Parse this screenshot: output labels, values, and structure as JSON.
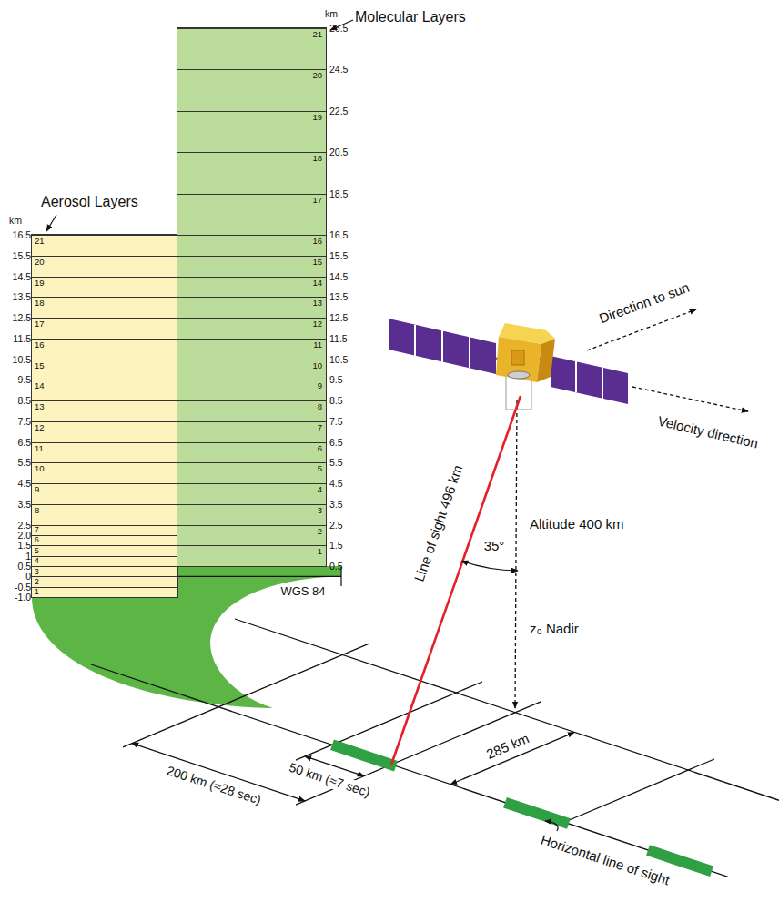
{
  "diagram": {
    "nodes": [
      {
        "text": [
          "Aerosol Layers"
        ]
      },
      {
        "text": [
          "1"
        ],
        "in": 0
      },
      {
        "text": [
          "2"
        ],
        "in": 0
      },
      {
        "text": [
          "3"
        ],
        "in": 0
      },
      {
        "text": [
          "4"
        ],
        "in": 0
      },
      {
        "text": [
          "5"
        ],
        "in": 0
      },
      {
        "text": [
          "6"
        ],
        "in": 0
      },
      {
        "text": [
          "7"
        ],
        "in": 0
      },
      {
        "text": [
          "8"
        ],
        "in": 0
      },
      {
        "text": [
          "9"
        ],
        "in": 0
      },
      {
        "text": [
          "10"
        ],
        "in": 0
      },
      {
        "text": [
          "11"
        ],
        "in": 0
      },
      {
        "text": [
          "12"
        ],
        "in": 0
      },
      {
        "text": [
          "13"
        ],
        "in": 0
      },
      {
        "text": [
          "14"
        ],
        "in": 0
      },
      {
        "text": [
          "15"
        ],
        "in": 0
      },
      {
        "text": [
          "16"
        ],
        "in": 0
      },
      {
        "text": [
          "17"
        ],
        "in": 0
      },
      {
        "text": [
          "18"
        ],
        "in": 0
      },
      {
        "text": [
          "19"
        ],
        "in": 0
      },
      {
        "text": [
          "20"
        ],
        "in": 0
      },
      {
        "text": [
          "21"
        ],
        "in": 0
      },
      {
        "text": [
          "Molecular Layers"
        ]
      },
      {
        "text": [
          "1"
        ],
        "in": 22
      },
      {
        "text": [
          "2"
        ],
        "in": 22
      },
      {
        "text": [
          "3"
        ],
        "in": 22
      },
      {
        "text": [
          "4"
        ],
        "in": 22
      },
      {
        "text": [
          "5"
        ],
        "in": 22
      },
      {
        "text": [
          "6"
        ],
        "in": 22
      },
      {
        "text": [
          "7"
        ],
        "in": 22
      },
      {
        "text": [
          "8"
        ],
        "in": 22
      },
      {
        "text": [
          "9"
        ],
        "in": 22
      },
      {
        "text": [
          "10"
        ],
        "in": 22
      },
      {
        "text": [
          "11"
        ],
        "in": 22
      },
      {
        "text": [
          "12"
        ],
        "in": 22
      },
      {
        "text": [
          "13"
        ],
        "in": 22
      },
      {
        "text": [
          "14"
        ],
        "in": 22
      },
      {
        "text": [
          "15"
        ],
        "in": 22
      },
      {
        "text": [
          "16"
        ],
        "in": 22
      },
      {
        "text": [
          "17"
        ],
        "in": 22
      },
      {
        "text": [
          "18"
        ],
        "in": 22
      },
      {
        "text": [
          "19"
        ],
        "in": 22
      },
      {
        "text": [
          "20"
        ],
        "in": 22
      },
      {
        "text": [
          "21"
        ],
        "in": 22
      }
    ],
    "labels": [
      "km",
      "16.5",
      "15.5",
      "14.5",
      "13.5",
      "12.5",
      "11.5",
      "10.5",
      "9.5",
      "8.5",
      "7.5",
      "6.5",
      "5.5",
      "4.5",
      "3.5",
      "2.5",
      "2.0",
      "1.5",
      "1",
      "0.5",
      "0",
      "-0.5",
      "-1.0",
      "km",
      "26.5",
      "24.5",
      "22.5",
      "20.5",
      "18.5",
      "16.5",
      "15.5",
      "14.5",
      "13.5",
      "12.5",
      "11.5",
      "10.5",
      "9.5",
      "8.5",
      "7.5",
      "6.5",
      "5.5",
      "4.5",
      "3.5",
      "2.5",
      "1.5",
      "0.5",
      "WGS 84",
      "Direction to sun",
      "Velocity direction",
      "Line of sight 496 km",
      "35°",
      "Altitude 400 km",
      "z₀ Nadir",
      "285 km",
      "50 km (≈7 sec)",
      "200 km (≈28 sec)",
      "Horizontal line of sight"
    ]
  }
}
